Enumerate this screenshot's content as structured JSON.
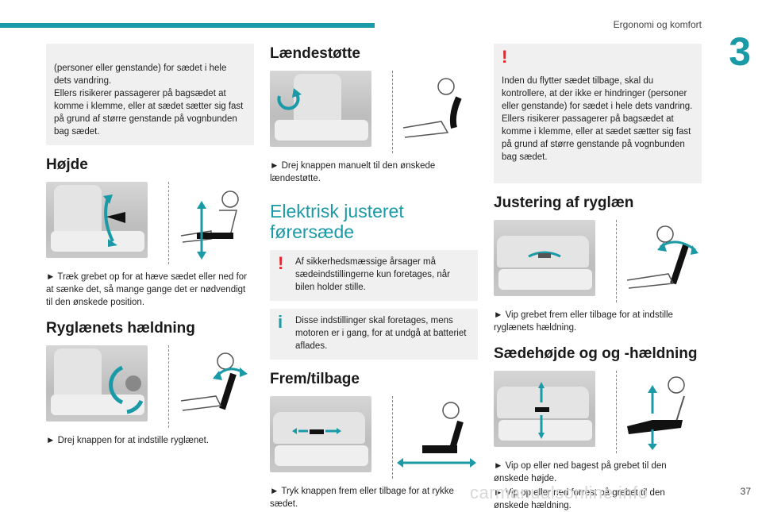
{
  "header": {
    "section_title": "Ergonomi og komfort",
    "chapter_number": "3"
  },
  "footer": {
    "page_number": "37",
    "watermark": "carmanualsonline.info"
  },
  "colors": {
    "accent": "#1a9aa6",
    "warning": "#e3262e"
  },
  "col1": {
    "warning_cont": "(personer eller genstande) for sædet i hele dets vandring.\nEllers risikerer passagerer på bagsædet at komme i klemme, eller at sædet sætter sig fast på grund af større genstande på vognbunden bag sædet.",
    "h_height": "Højde",
    "height_text": "► Træk grebet op for at hæve sædet eller ned for at sænke det, så mange gange det er nødvendigt til den ønskede position.",
    "h_recline": "Ryglænets hældning",
    "recline_text": "► Drej knappen for at indstille ryglænet."
  },
  "col2": {
    "h_lumbar": "Lændestøtte",
    "lumbar_text": "► Drej knappen manuelt til den ønskede lændestøtte.",
    "h_electric": "Elektrisk justeret førersæde",
    "warning_text": "Af sikkerhedsmæssige årsager må sædeindstillingerne kun foretages, når bilen holder stille.",
    "info_text": "Disse indstillinger skal foretages, mens motoren er i gang, for at undgå at batteriet aflades.",
    "h_fwd": "Frem/tilbage",
    "fwd_text": "► Tryk knappen frem eller tilbage for at rykke sædet."
  },
  "col3": {
    "warning_text": "Inden du flytter sædet tilbage, skal du kontrollere, at der ikke er hindringer (personer eller genstande) for sædet i hele dets vandring.\nEllers risikerer passagerer på bagsædet at komme i klemme, eller at sædet sætter sig fast på grund af større genstande på vognbunden bag sædet.",
    "h_backrest": "Justering af ryglæn",
    "backrest_text": "► Vip grebet frem eller tilbage for at indstille ryglænets hældning.",
    "h_seatheight": "Sædehøjde og og -hældning",
    "seatheight_text1": "► Vip op eller ned bagest på grebet til den ønskede højde.",
    "seatheight_text2": "► Vip op eller ned forrest på grebet til den ønskede hældning."
  },
  "marks": {
    "warning": "!",
    "info": "i"
  }
}
